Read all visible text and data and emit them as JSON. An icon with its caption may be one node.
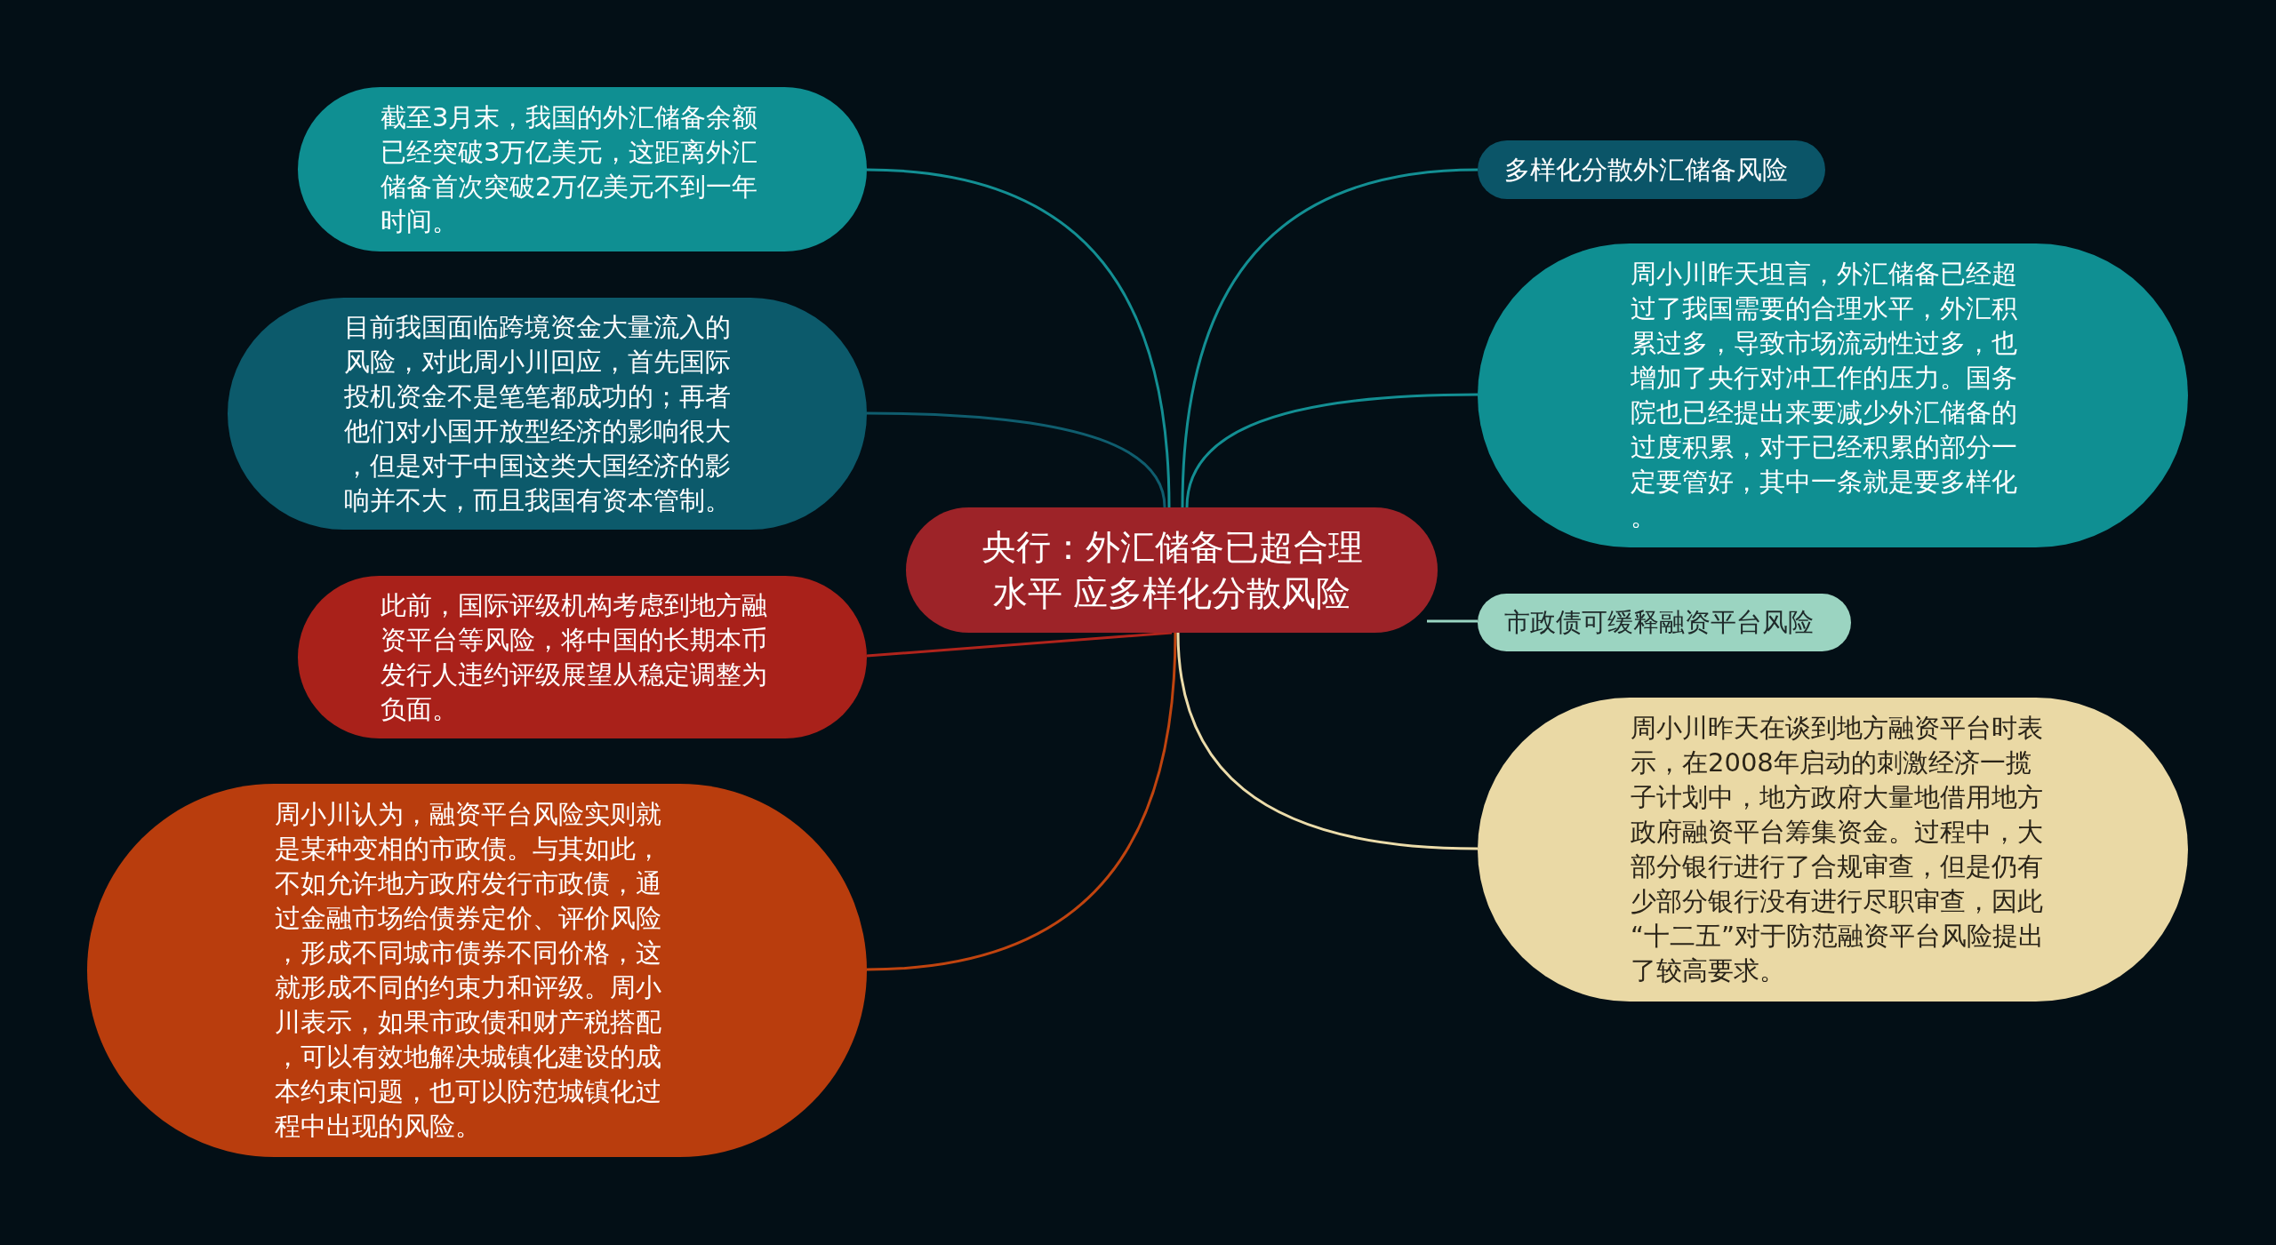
{
  "diagram": {
    "nodes": [
      {
        "text": [
          "央行：外汇储备已超合理水平 应多样化分散风险"
        ]
      },
      {
        "text": [
          "截至3月末，我国的外汇储备余额已经突破3万亿美元，这距离外汇储备首次突破2万亿美元不到一年时间。"
        ]
      },
      {
        "text": [
          "目前我国面临跨境资金大量流入的风险，对此周小川回应，首先国际投机资金不是笔笔都成功的；再者他们对小国开放型经济的影响很大，但是对于中国这类大国经济的影响并不大，而且我国有资本管制。"
        ]
      },
      {
        "text": [
          "此前，国际评级机构考虑到地方融资平台等风险，将中国的长期本币发行人违约评级展望从稳定调整为负面。"
        ]
      },
      {
        "text": [
          "周小川认为，融资平台风险实则就是某种变相的市政债。与其如此，不如允许地方政府发行市政债，通过金融市场给债券定价、评价风险，形成不同城市债券不同价格，这就形成不同的约束力和评级。周小川表示，如果市政债和财产税搭配，可以有效地解决城镇化建设的成本约束问题，也可以防范城镇化过程中出现的风险。"
        ]
      },
      {
        "text": [
          "多样化分散外汇储备风险"
        ]
      },
      {
        "text": [
          "周小川昨天坦言，外汇储备已经超过了我国需要的合理水平，外汇积累过多，导致市场流动性过多，也增加了央行对冲工作的压力。国务院也已经提出来要减少外汇储备的过度积累，对于已经积累的部分一定要管好，其中一条就是要多样化。"
        ]
      },
      {
        "text": [
          "市政债可缓释融资平台风险"
        ]
      },
      {
        "text": [
          "周小川昨天在谈到地方融资平台时表示，在2008年启动的刺激经济一揽子计划中，地方政府大量地借用地方政府融资平台筹集资金。过程中，大部分银行进行了合规审查，但是仍有少部分银行没有进行尽职审查，因此“十二五”对于防范融资平台风险提出了较高要求。"
        ]
      }
    ],
    "edges": [
      {
        "from": 0,
        "to": 1,
        "arrow": "none",
        "color": "#138f93"
      },
      {
        "from": 0,
        "to": 2,
        "arrow": "none",
        "color": "#0f5d6e"
      },
      {
        "from": 0,
        "to": 3,
        "arrow": "none",
        "color": "#b0241c"
      },
      {
        "from": 0,
        "to": 4,
        "arrow": "none",
        "color": "#c0440f"
      },
      {
        "from": 0,
        "to": 5,
        "arrow": "none",
        "color": "#138f93"
      },
      {
        "from": 0,
        "to": 6,
        "arrow": "none",
        "color": "#138f93"
      },
      {
        "from": 0,
        "to": 7,
        "arrow": "none",
        "color": "#9ad6c2"
      },
      {
        "from": 0,
        "to": 8,
        "arrow": "none",
        "color": "#ecdcaa"
      }
    ]
  }
}
